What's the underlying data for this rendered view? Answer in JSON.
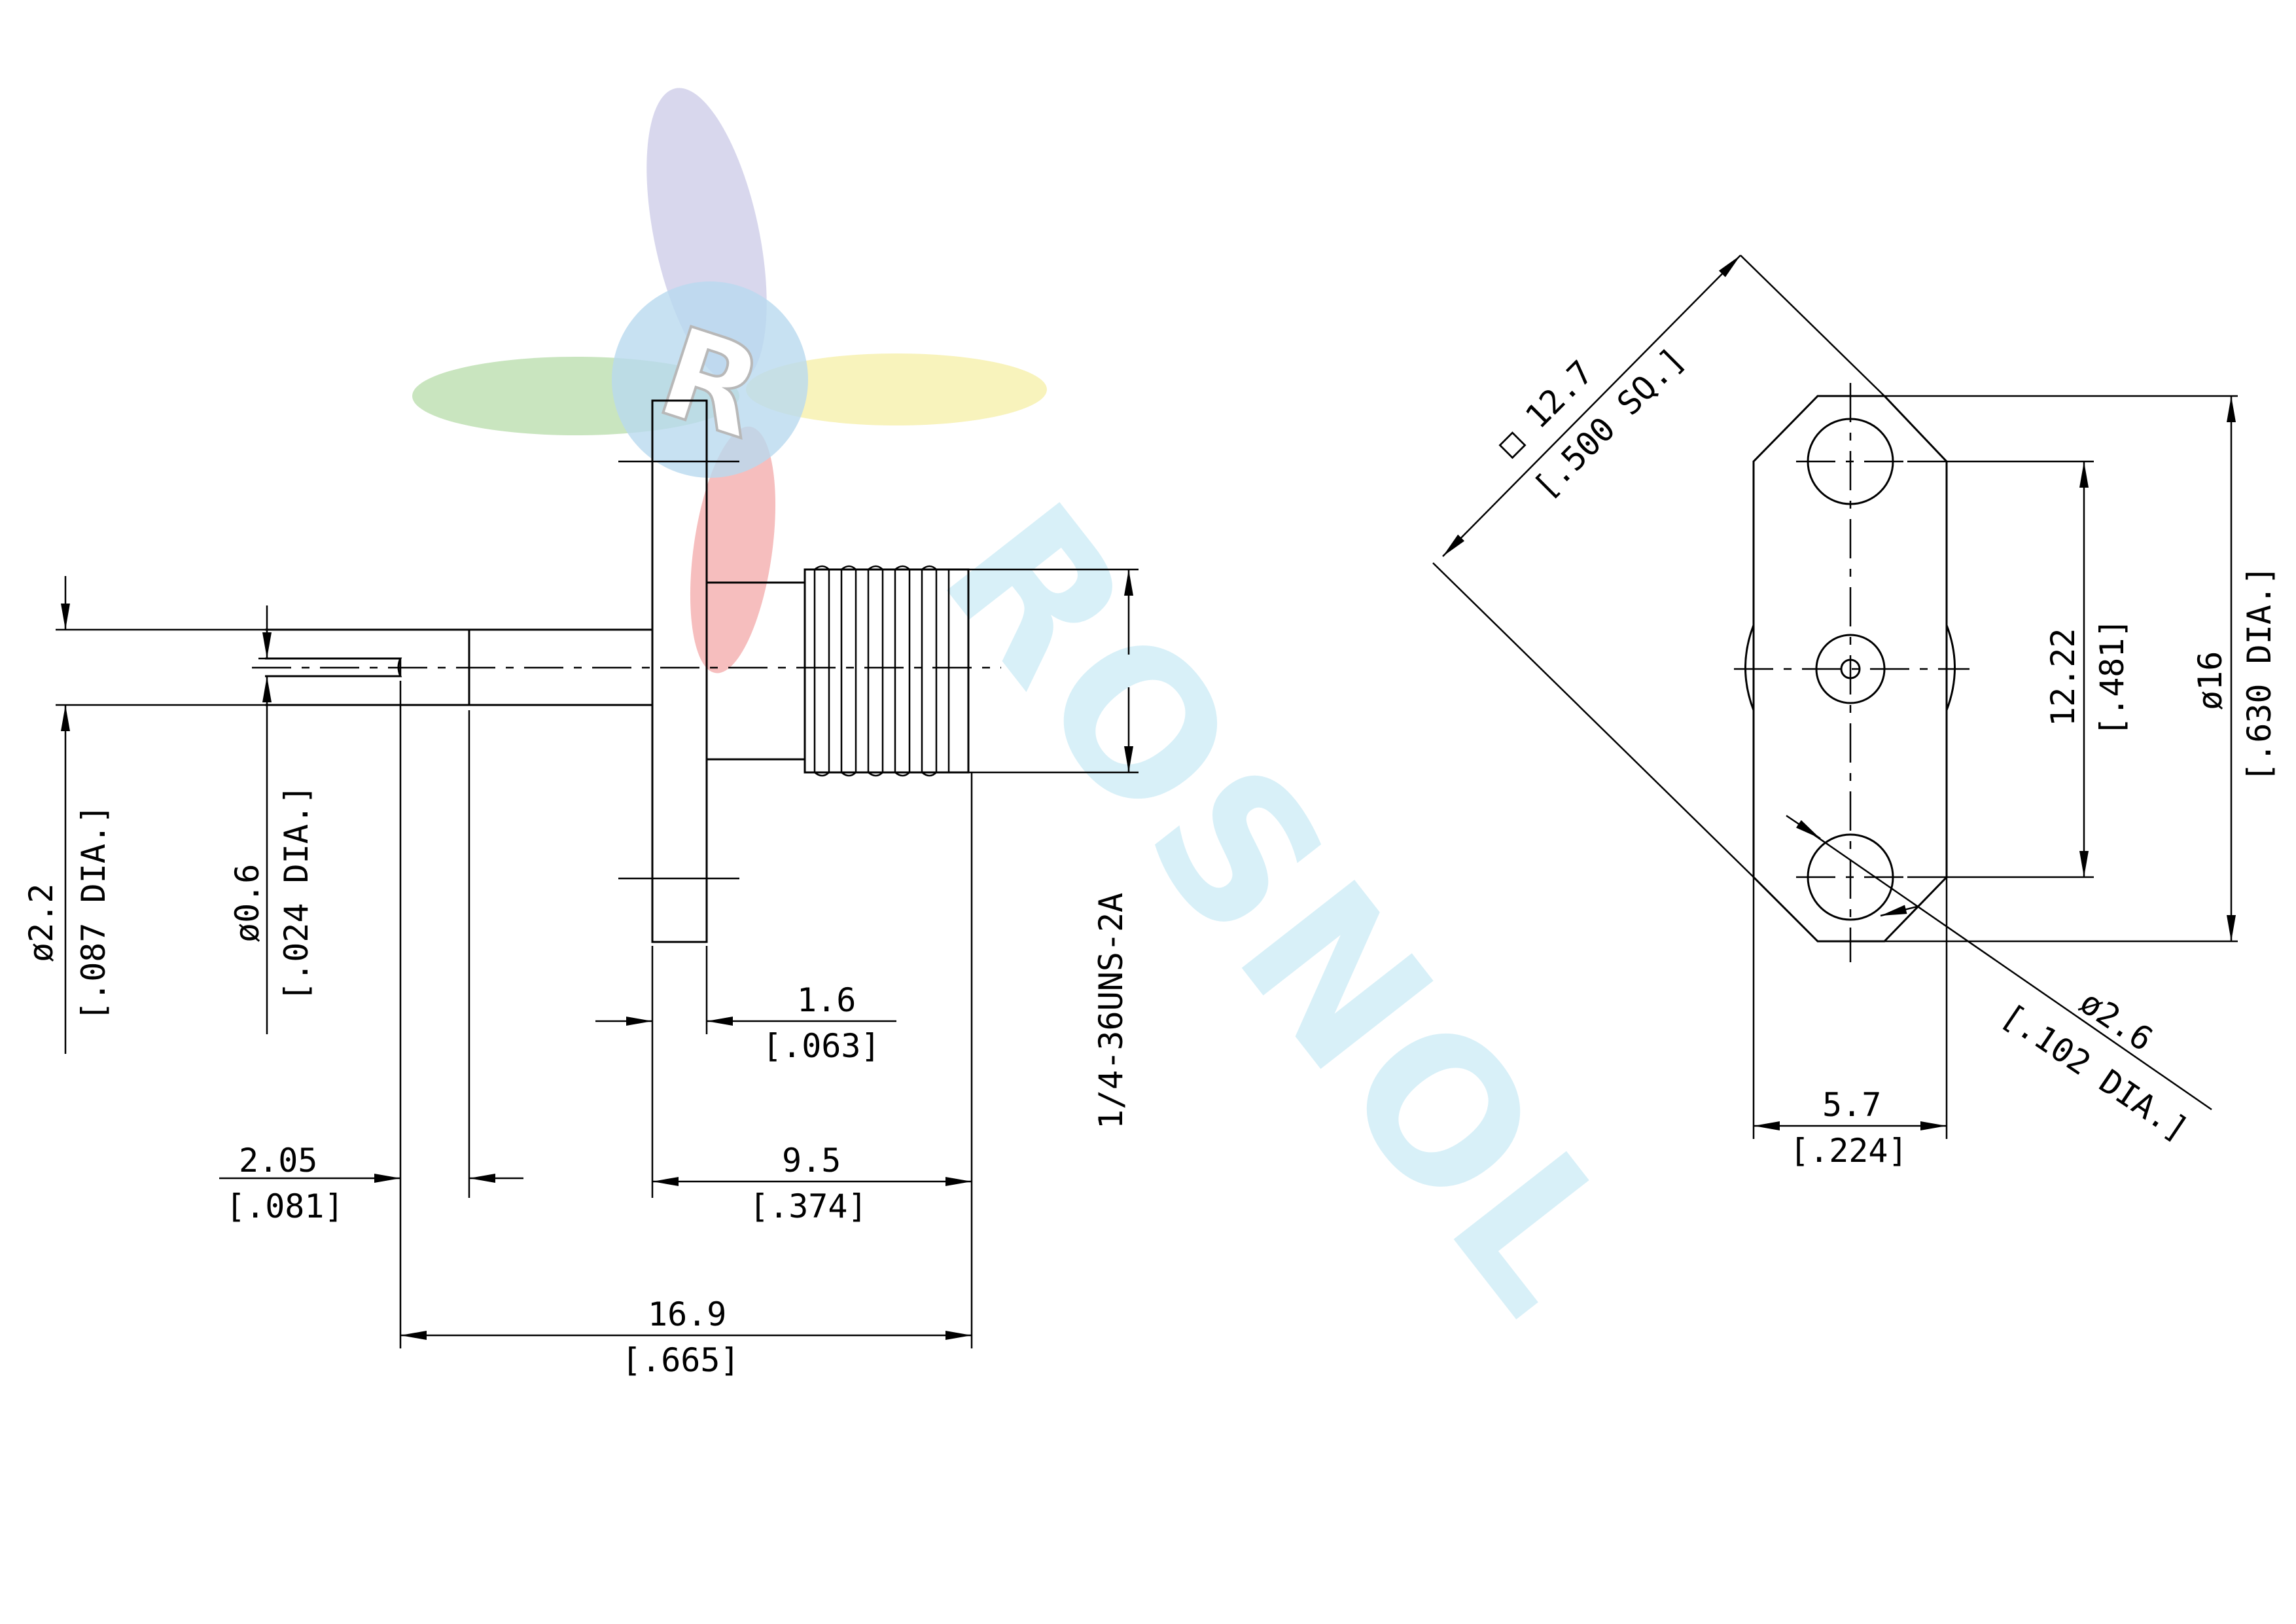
{
  "watermark": {
    "logo_letter": "R",
    "text": "ROSNOL",
    "colors": {
      "blue": "#b9d9ef",
      "green": "#b7dcaa",
      "yellow": "#f6efa5",
      "red": "#f2a3a3",
      "purple": "#c7c6e6",
      "cyan": "#ccecf6"
    }
  },
  "side_view": {
    "pin_dia": {
      "mm": "ø2.2",
      "inch": "[.087 DIA.]"
    },
    "contact_dia": {
      "mm": "ø0.6",
      "inch": "[.024 DIA.]"
    },
    "flange_thickness": {
      "mm": "1.6",
      "inch": "[.063]"
    },
    "thread": {
      "label": "1/4-36UNS-2A"
    },
    "pin_tip": {
      "mm": "2.05",
      "inch": "[.081]"
    },
    "body_length": {
      "mm": "9.5",
      "inch": "[.374]"
    },
    "overall_length": {
      "mm": "16.9",
      "inch": "[.665]"
    }
  },
  "front_view": {
    "square": {
      "mm": "□ 12.7",
      "inch": "[.500 SQ.]"
    },
    "hole_spacing": {
      "mm": "12.22",
      "inch": "[.481]"
    },
    "flange_dia": {
      "mm": "ø16",
      "inch": "[.630 DIA.]"
    },
    "hole_dia": {
      "mm": "ø2.6",
      "inch": "[.102 DIA.]"
    },
    "flange_width": {
      "mm": "5.7",
      "inch": "[.224]"
    }
  }
}
